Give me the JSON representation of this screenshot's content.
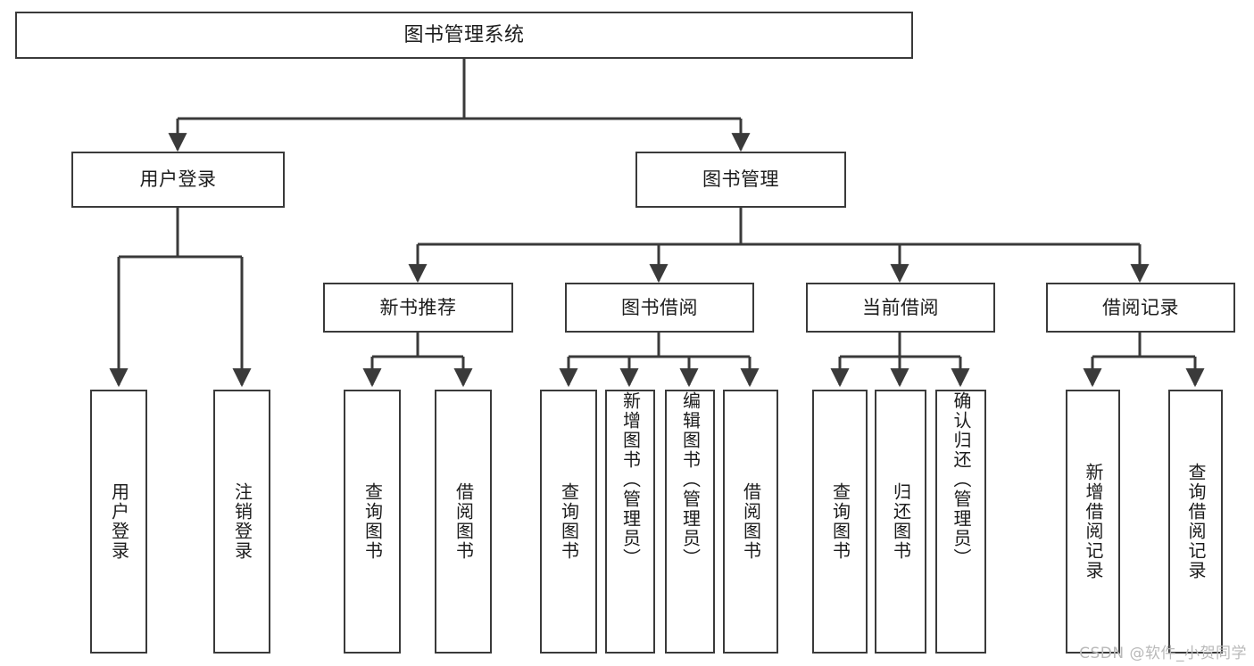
{
  "diagram": {
    "title": "图书管理系统",
    "type": "tree-hierarchy",
    "background_color": "#ffffff",
    "line_color": "#3a3a3a",
    "text_color": "#1c1c1c",
    "watermark": "CSDN @软件_小贺同学"
  },
  "nodes": {
    "root": {
      "label": "图书管理系统"
    },
    "level1": [
      {
        "label": "用户登录"
      },
      {
        "label": "图书管理"
      }
    ],
    "level2": [
      {
        "label": "新书推荐"
      },
      {
        "label": "图书借阅"
      },
      {
        "label": "当前借阅"
      },
      {
        "label": "借阅记录"
      }
    ],
    "leaves_user_login": [
      {
        "label": "用户登录"
      },
      {
        "label": "注销登录"
      }
    ],
    "leaves_new_book": [
      {
        "label": "查询图书"
      },
      {
        "label": "借阅图书"
      }
    ],
    "leaves_borrow": [
      {
        "label": "查询图书"
      },
      {
        "label": "新增图书（管理员）"
      },
      {
        "label": "编辑图书（管理员）"
      },
      {
        "label": "借阅图书"
      }
    ],
    "leaves_current": [
      {
        "label": "查询图书"
      },
      {
        "label": "归还图书"
      },
      {
        "label": "确认归还（管理员）"
      }
    ],
    "leaves_records": [
      {
        "label": "新增借阅记录"
      },
      {
        "label": "查询借阅记录"
      }
    ]
  }
}
